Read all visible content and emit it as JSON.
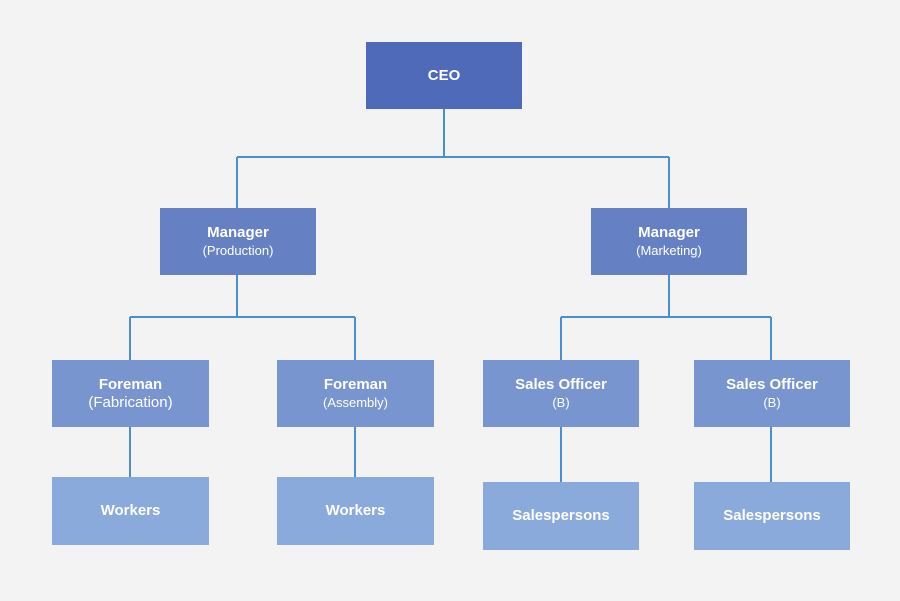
{
  "org_chart": {
    "ceo": {
      "title": "CEO"
    },
    "manager_production": {
      "title": "Manager",
      "sub": "(Production)"
    },
    "manager_marketing": {
      "title": "Manager",
      "sub": "(Marketing)"
    },
    "foreman_fabrication": {
      "title": "Foreman",
      "sub": "(Fabrication)"
    },
    "foreman_assembly": {
      "title": "Foreman",
      "sub": "(Assembly)"
    },
    "sales_officer_1": {
      "title": "Sales Officer",
      "sub": "(B)"
    },
    "sales_officer_2": {
      "title": "Sales Officer",
      "sub": "(B)"
    },
    "workers_1": {
      "title": "Workers"
    },
    "workers_2": {
      "title": "Workers"
    },
    "salespersons_1": {
      "title": "Salespersons"
    },
    "salespersons_2": {
      "title": "Salespersons"
    }
  },
  "colors": {
    "ceo": "#4e6ab8",
    "manager": "#6680c4",
    "mid": "#7895cf",
    "bottom": "#8aaadb",
    "connector": "#4a8fd0",
    "background": "#f3f3f4"
  }
}
